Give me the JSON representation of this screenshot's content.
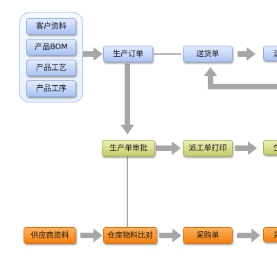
{
  "nodes": {
    "customer_info": "客户资料",
    "product_bom": "产品BOM",
    "product_craft": "产品工艺",
    "product_process": "产品工序",
    "production_order": "生产订单",
    "delivery_note": "送货单",
    "delivery_next": "送",
    "order_review": "生产单审批",
    "dispatch_print": "派工单打印",
    "dispatch_next": "生",
    "supplier_info": "供应商资料",
    "warehouse_compare": "仓库物料比对",
    "purchase_order": "采购单",
    "purchase_next": "采"
  },
  "colors": {
    "blue_node": "#a9c3f4",
    "olive_node": "#c6cc6a",
    "orange_node": "#f57f0e",
    "arrow": "#a6a6a6",
    "group_border": "#9bbfe8"
  }
}
